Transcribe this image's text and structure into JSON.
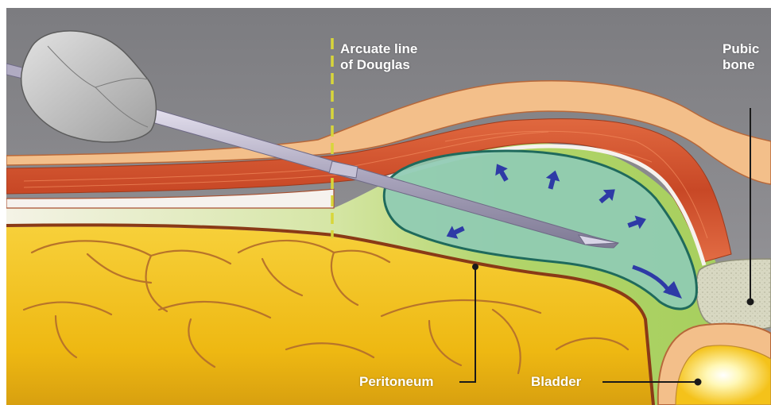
{
  "labels": {
    "arcuate_line_1": "Arcuate line",
    "arcuate_line_2": "of Douglas",
    "pubic_bone_1": "Pubic",
    "pubic_bone_2": "bone",
    "peritoneum": "Peritoneum",
    "bladder": "Bladder"
  },
  "colors": {
    "background": "#8c8c90",
    "skin": "#f3bf8a",
    "muscle": "#d4512c",
    "fascia": "#f8ead6",
    "preperitoneal_fat": "#b6d86e",
    "bowel": "#f2c21a",
    "peritoneum_line": "#8a3a16",
    "fluid_pocket": "#8fcbb4",
    "needle": "#b9b4c8",
    "arrows": "#2e3aa6",
    "arcuate_dash": "#d8d63a",
    "pubic_bone": "#d4d4bc",
    "bladder_glow": "#fff6b0"
  }
}
